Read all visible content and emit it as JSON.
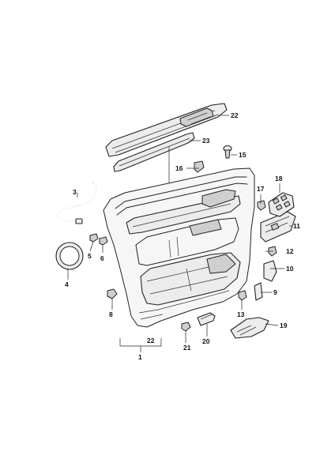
{
  "diagram": {
    "callouts": [
      {
        "id": "1",
        "text": "1"
      },
      {
        "id": "3",
        "text": "3"
      },
      {
        "id": "4",
        "text": "4"
      },
      {
        "id": "5",
        "text": "5"
      },
      {
        "id": "6",
        "text": "6"
      },
      {
        "id": "8",
        "text": "8"
      },
      {
        "id": "9",
        "text": "9"
      },
      {
        "id": "10",
        "text": "10"
      },
      {
        "id": "11",
        "text": "11"
      },
      {
        "id": "12",
        "text": "12"
      },
      {
        "id": "13",
        "text": "13"
      },
      {
        "id": "15",
        "text": "15"
      },
      {
        "id": "16",
        "text": "16"
      },
      {
        "id": "17",
        "text": "17"
      },
      {
        "id": "18",
        "text": "18"
      },
      {
        "id": "19",
        "text": "19"
      },
      {
        "id": "20",
        "text": "20"
      },
      {
        "id": "21",
        "text": "21"
      },
      {
        "id": "22a",
        "text": "22"
      },
      {
        "id": "22b",
        "text": "22"
      },
      {
        "id": "23",
        "text": "23"
      }
    ]
  }
}
